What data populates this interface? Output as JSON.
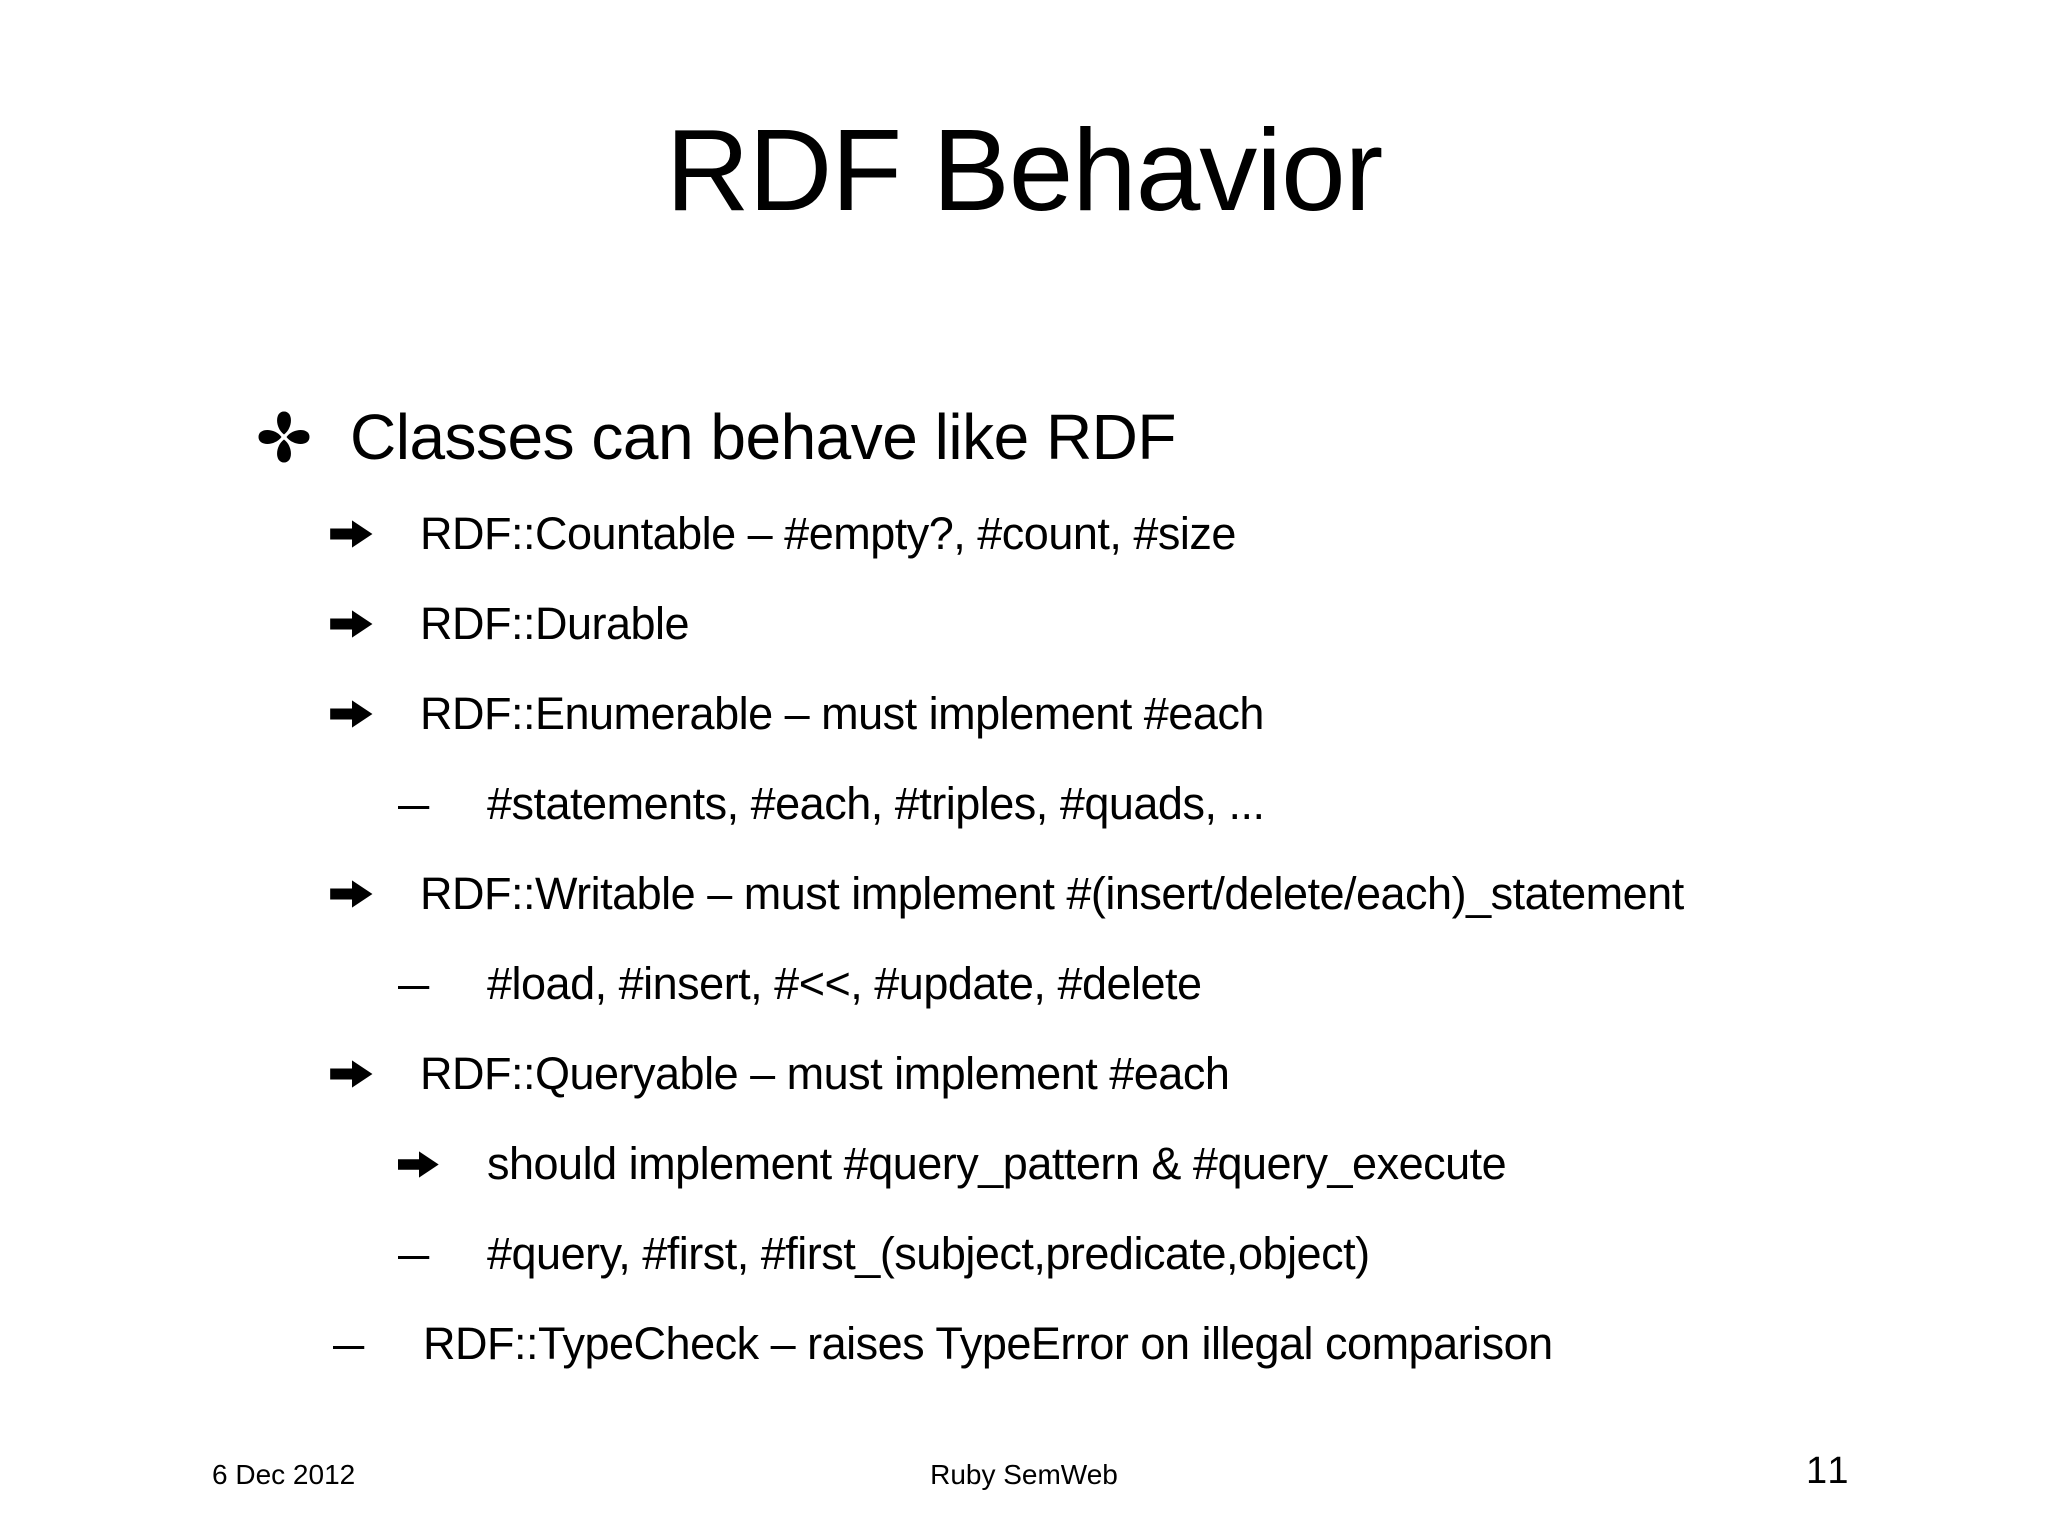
{
  "title": "RDF Behavior",
  "dash_glyph": "–",
  "colors": {
    "background": "#ffffff",
    "text": "#000000"
  },
  "bullets": [
    {
      "level": 1,
      "icon": "clover-icon",
      "text": "Classes can behave like RDF"
    },
    {
      "level": 2,
      "icon": "arrow-icon",
      "text": "RDF::Countable – #empty?, #count, #size"
    },
    {
      "level": 2,
      "icon": "arrow-icon",
      "text": "RDF::Durable"
    },
    {
      "level": 2,
      "icon": "arrow-icon",
      "text": "RDF::Enumerable – must implement #each"
    },
    {
      "level": 3,
      "icon": "dash-icon",
      "text": "#statements, #each, #triples, #quads, ..."
    },
    {
      "level": 2,
      "icon": "arrow-icon",
      "text": "RDF::Writable – must implement #(insert/delete/each)_statement"
    },
    {
      "level": 3,
      "icon": "dash-icon",
      "text": "#load, #insert, #<<, #update, #delete"
    },
    {
      "level": 2,
      "icon": "arrow-icon",
      "text": "RDF::Queryable – must implement #each"
    },
    {
      "level": 3,
      "icon": "arrow-icon",
      "text": "should implement #query_pattern & #query_execute"
    },
    {
      "level": 3,
      "icon": "dash-icon",
      "text": "#query, #first, #first_(subject,predicate,object)"
    },
    {
      "level": 2,
      "icon": "dash-icon",
      "text": "RDF::TypeCheck – raises TypeError on illegal comparison"
    }
  ],
  "footer": {
    "date": "6 Dec 2012",
    "deck": "Ruby SemWeb",
    "page": "11"
  }
}
